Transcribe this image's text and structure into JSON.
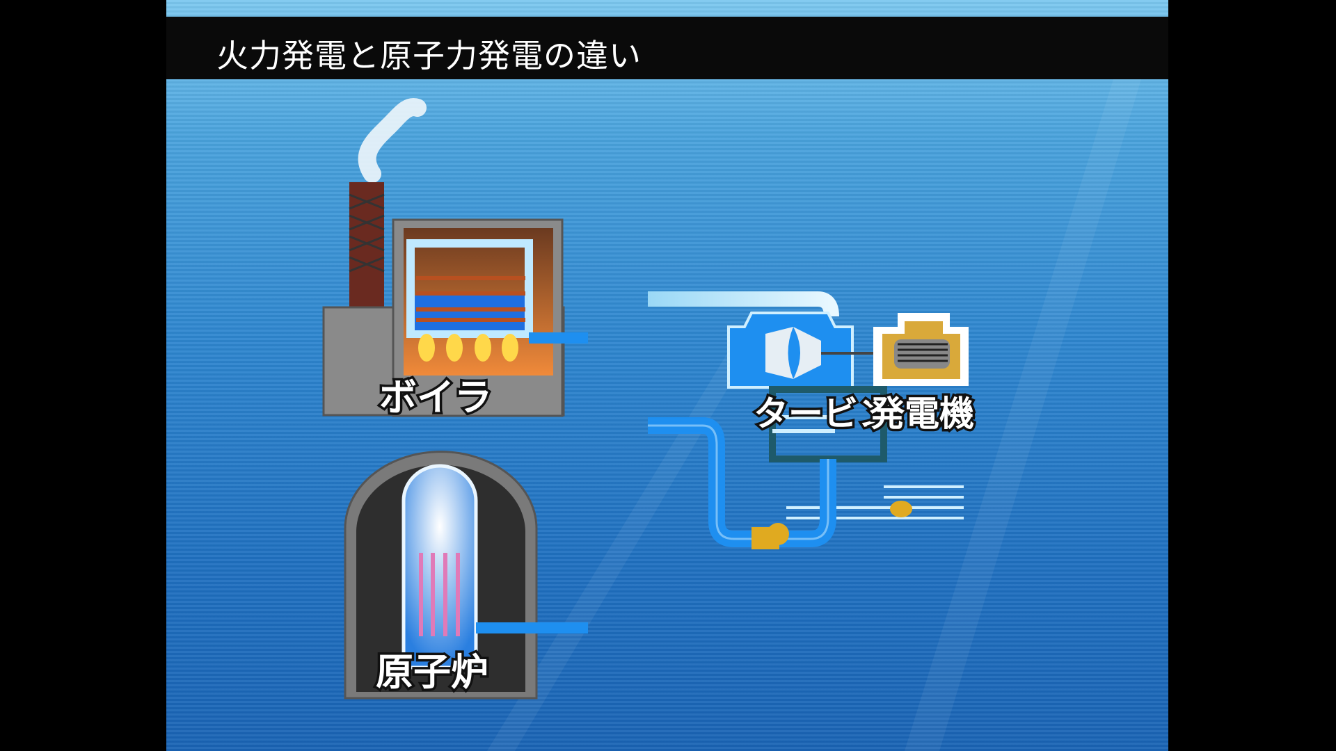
{
  "title": "火力発電と原子力発電の違い",
  "labels": {
    "boiler": "ボイラ",
    "reactor": "原子炉",
    "turbine": "タービン",
    "generator": "発電機"
  },
  "colors": {
    "title_bar": "#0a0a0a",
    "pipe_blue": "#1e8ff0",
    "steam": "#d8f2ff",
    "pump_yellow": "#e0aa20",
    "generator_gold": "#d9a93a"
  }
}
